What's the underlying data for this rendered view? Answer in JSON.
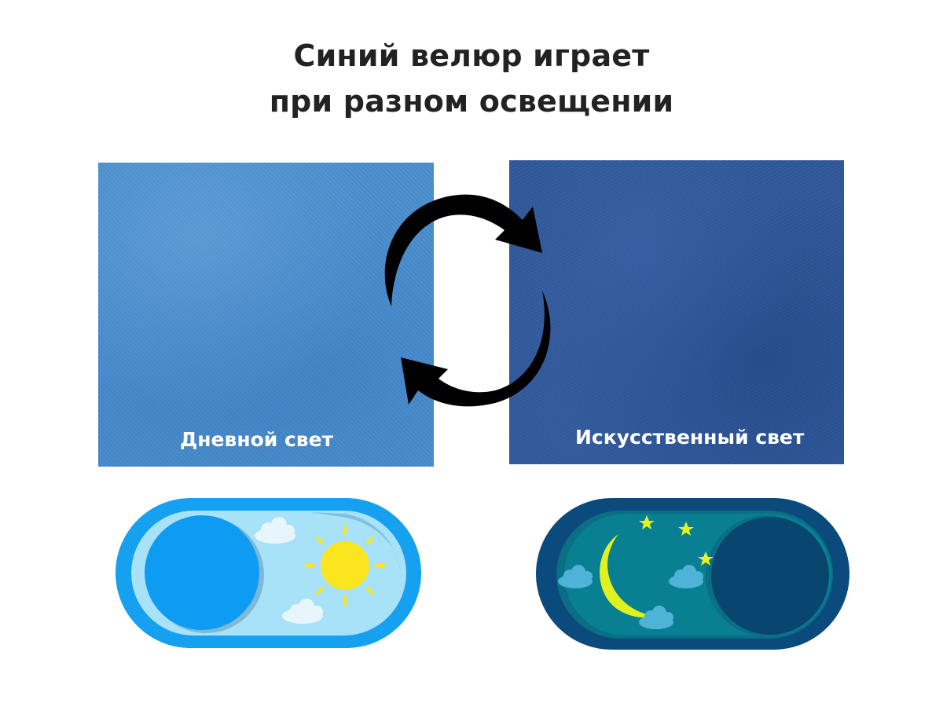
{
  "title": {
    "line1": "Синий велюр играет",
    "line2": "при разном освещении"
  },
  "swatches": [
    {
      "label": "Дневной свет",
      "color": "#4a8fcf"
    },
    {
      "label": "Искусственный свет",
      "color": "#2e5799"
    }
  ],
  "icons": {
    "exchange": "swap-arrows-icon",
    "day_toggle": "day-mode-toggle-icon",
    "night_toggle": "night-mode-toggle-icon"
  },
  "colors": {
    "title_text": "#222222",
    "day_toggle_outer": "#16a0f0",
    "day_toggle_inner": "#a8e2f8",
    "day_knob": "#0e9cf2",
    "sun": "#fae51e",
    "night_toggle_outer": "#0b4a7c",
    "night_toggle_inner": "#097f92",
    "night_knob": "#08466f",
    "moon": "#dff21e",
    "night_cloud": "#4fb3d8"
  }
}
